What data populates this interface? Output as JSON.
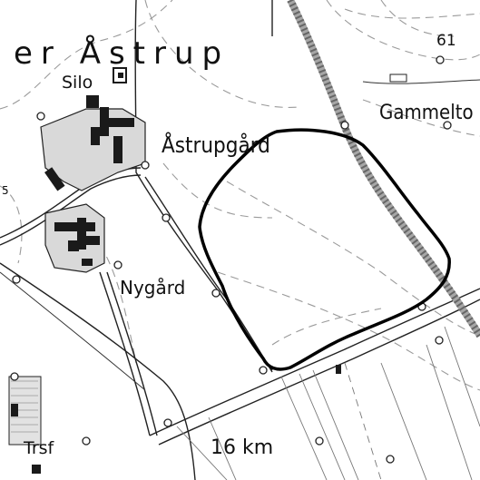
{
  "map": {
    "labels": {
      "village": "er Åstrup",
      "silo": "Silo",
      "astrupgaard": "Åstrupgård",
      "nygaard": "Nygård",
      "gammel": "Gammelto",
      "spot_height": "61",
      "trsf": "Trsf",
      "distance": "16 km"
    },
    "colors": {
      "ink": "#111111",
      "contour": "#9a9a9a",
      "built_area": "#d9d9d9",
      "railway": "#a6a6a6",
      "buildings": "#1a1a1a",
      "outline": "#000000"
    }
  }
}
